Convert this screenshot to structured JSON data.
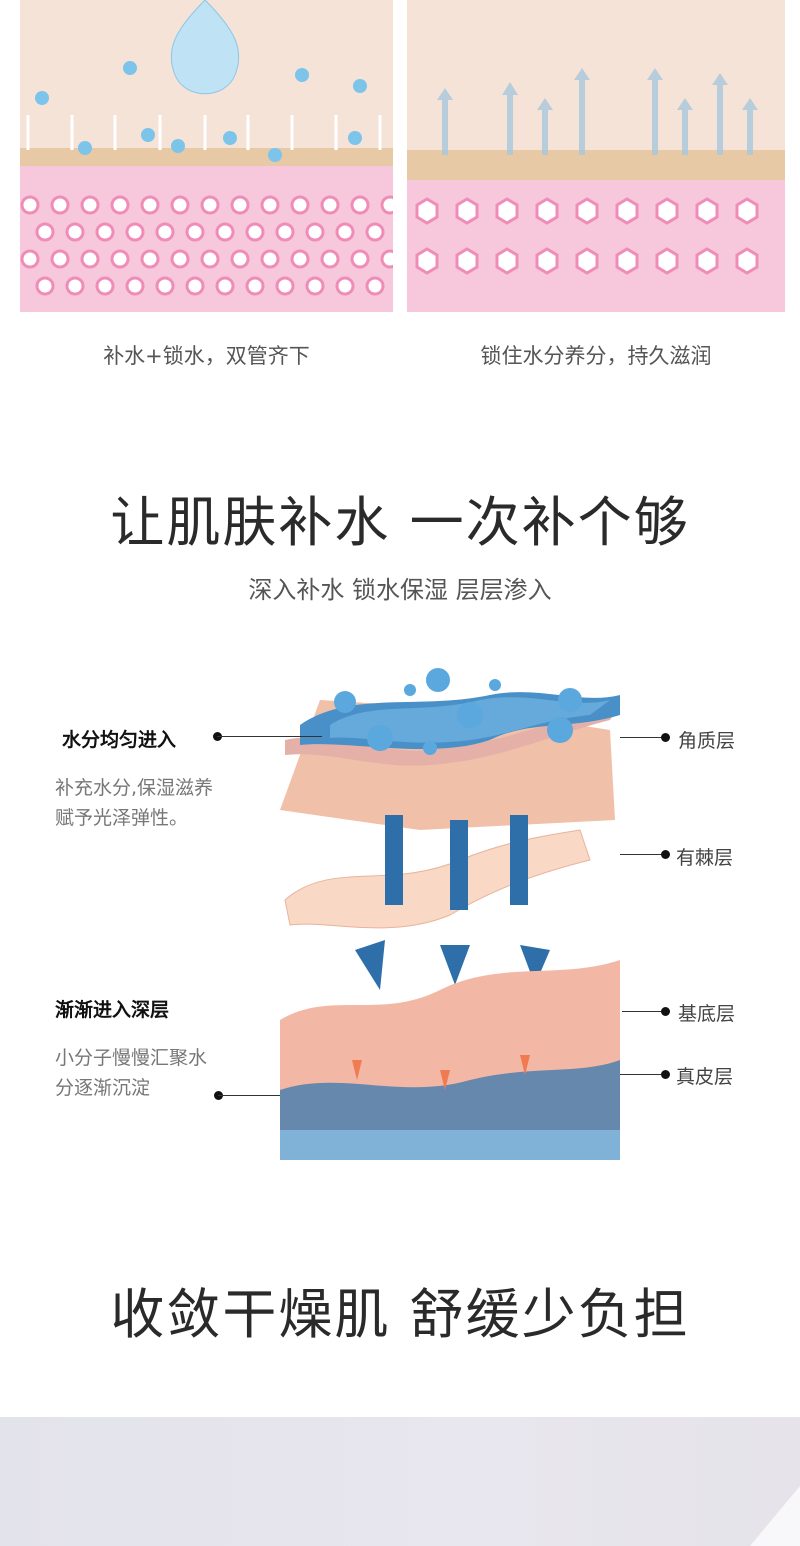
{
  "panels": [
    {
      "caption": "补水+锁水，双管齐下"
    },
    {
      "caption": "锁住水分养分，持久滋润"
    }
  ],
  "section1": {
    "title": "让肌肤补水 一次补个够",
    "subtitle": "深入补水 锁水保湿 层层渗入"
  },
  "diagram": {
    "left": [
      {
        "heading": "水分均匀进入",
        "desc_lines": [
          "补充水分,保湿滋养",
          "赋予光泽弹性。"
        ]
      },
      {
        "heading": "渐渐进入深层",
        "desc_lines": [
          "小分子慢慢汇聚水",
          "分逐渐沉淀"
        ]
      }
    ],
    "right": [
      "角质层",
      "有棘层",
      "基底层",
      "真皮层"
    ]
  },
  "section2": {
    "title": "收敛干燥肌 舒缓少负担"
  }
}
